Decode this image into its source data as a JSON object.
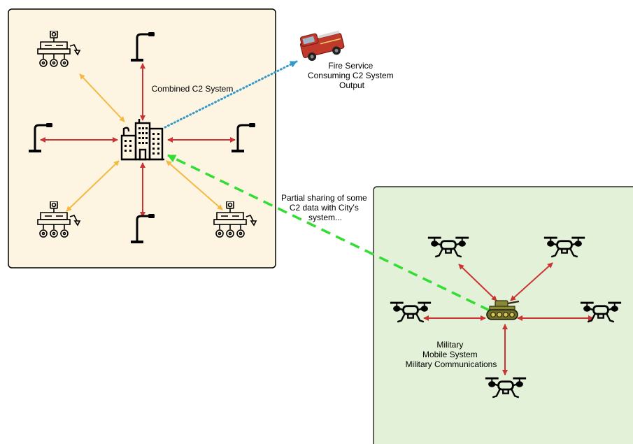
{
  "city_panel": {
    "label": "Combined C2 System",
    "fill": "#fdf5e2",
    "stroke": "#000000"
  },
  "fire_service": {
    "label_lines": [
      "Fire Service",
      "Consuming C2 System",
      "Output"
    ]
  },
  "sharing_note": {
    "label_lines": [
      "Partial sharing of some",
      "C2 data with City's",
      "system..."
    ]
  },
  "military_panel": {
    "label_lines": [
      "Military",
      "Mobile System",
      "Military Communications"
    ],
    "fill": "#e3f1d8",
    "stroke": "#000000"
  },
  "icons": {
    "hub": "office-building-icon",
    "sensor": "street-lamp-icon",
    "rover": "robot-rover-icon",
    "truck": "fire-truck-icon",
    "tank": "tank-icon",
    "drone": "quadcopter-drone-icon"
  },
  "colors": {
    "sensor_link": "#cc3333",
    "rover_link": "#f4b942",
    "fire_link": "#3399cc",
    "share_link": "#33dd33",
    "drone_link": "#cc3333"
  }
}
